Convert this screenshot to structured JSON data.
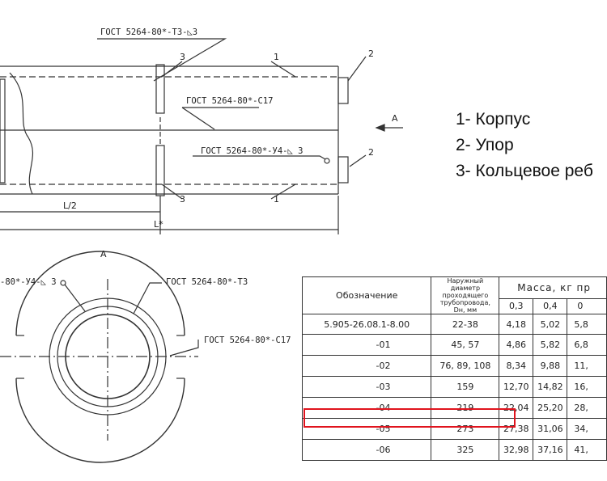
{
  "drawing": {
    "weld_top": "ГОСТ 5264-80*-Т3-◺3",
    "weld_mid": "ГОСТ 5264-80*-С17",
    "weld_lower": "ГОСТ 5264-80*-У4-◺ 3",
    "dim_half": "L/2",
    "dim_full": "L*",
    "arrow_label": "A",
    "view_label": "A",
    "callout_1": "1",
    "callout_2": "2",
    "callout_3": "3",
    "section_weld_left": "-80*-У4-◺ 3",
    "section_weld_top": "ГОСТ 5264-80*-Т3",
    "section_weld_right": "ГОСТ 5264-80*-С17"
  },
  "legend": {
    "item1": "1- Корпус",
    "item2": "2- Упор",
    "item3": "3- Кольцевое реб"
  },
  "table": {
    "col_designation": "Обозначение",
    "col_diameter_l1": "Наружный диаметр",
    "col_diameter_l2": "проходящего",
    "col_diameter_l3": "трубопровода,",
    "col_diameter_l4": "Dн, мм",
    "col_mass": "Масса, кг пр",
    "sub_cols": [
      "0,3",
      "0,4",
      "0"
    ],
    "rows": [
      {
        "designation": "5.905-26.08.1-8.00",
        "diameter": "22-38",
        "m1": "4,18",
        "m2": "5,02",
        "m3": "5,8"
      },
      {
        "designation": "-01",
        "diameter": "45, 57",
        "m1": "4,86",
        "m2": "5,82",
        "m3": "6,8"
      },
      {
        "designation": "-02",
        "diameter": "76, 89, 108",
        "m1": "8,34",
        "m2": "9,88",
        "m3": "11,"
      },
      {
        "designation": "-03",
        "diameter": "159",
        "m1": "12,70",
        "m2": "14,82",
        "m3": "16,"
      },
      {
        "designation": "-04",
        "diameter": "219",
        "m1": "22,04",
        "m2": "25,20",
        "m3": "28,"
      },
      {
        "designation": "-05",
        "diameter": "273",
        "m1": "27,38",
        "m2": "31,06",
        "m3": "34,"
      },
      {
        "designation": "-06",
        "diameter": "325",
        "m1": "32,98",
        "m2": "37,16",
        "m3": "41,"
      }
    ]
  },
  "highlight_color": "#e0141e"
}
